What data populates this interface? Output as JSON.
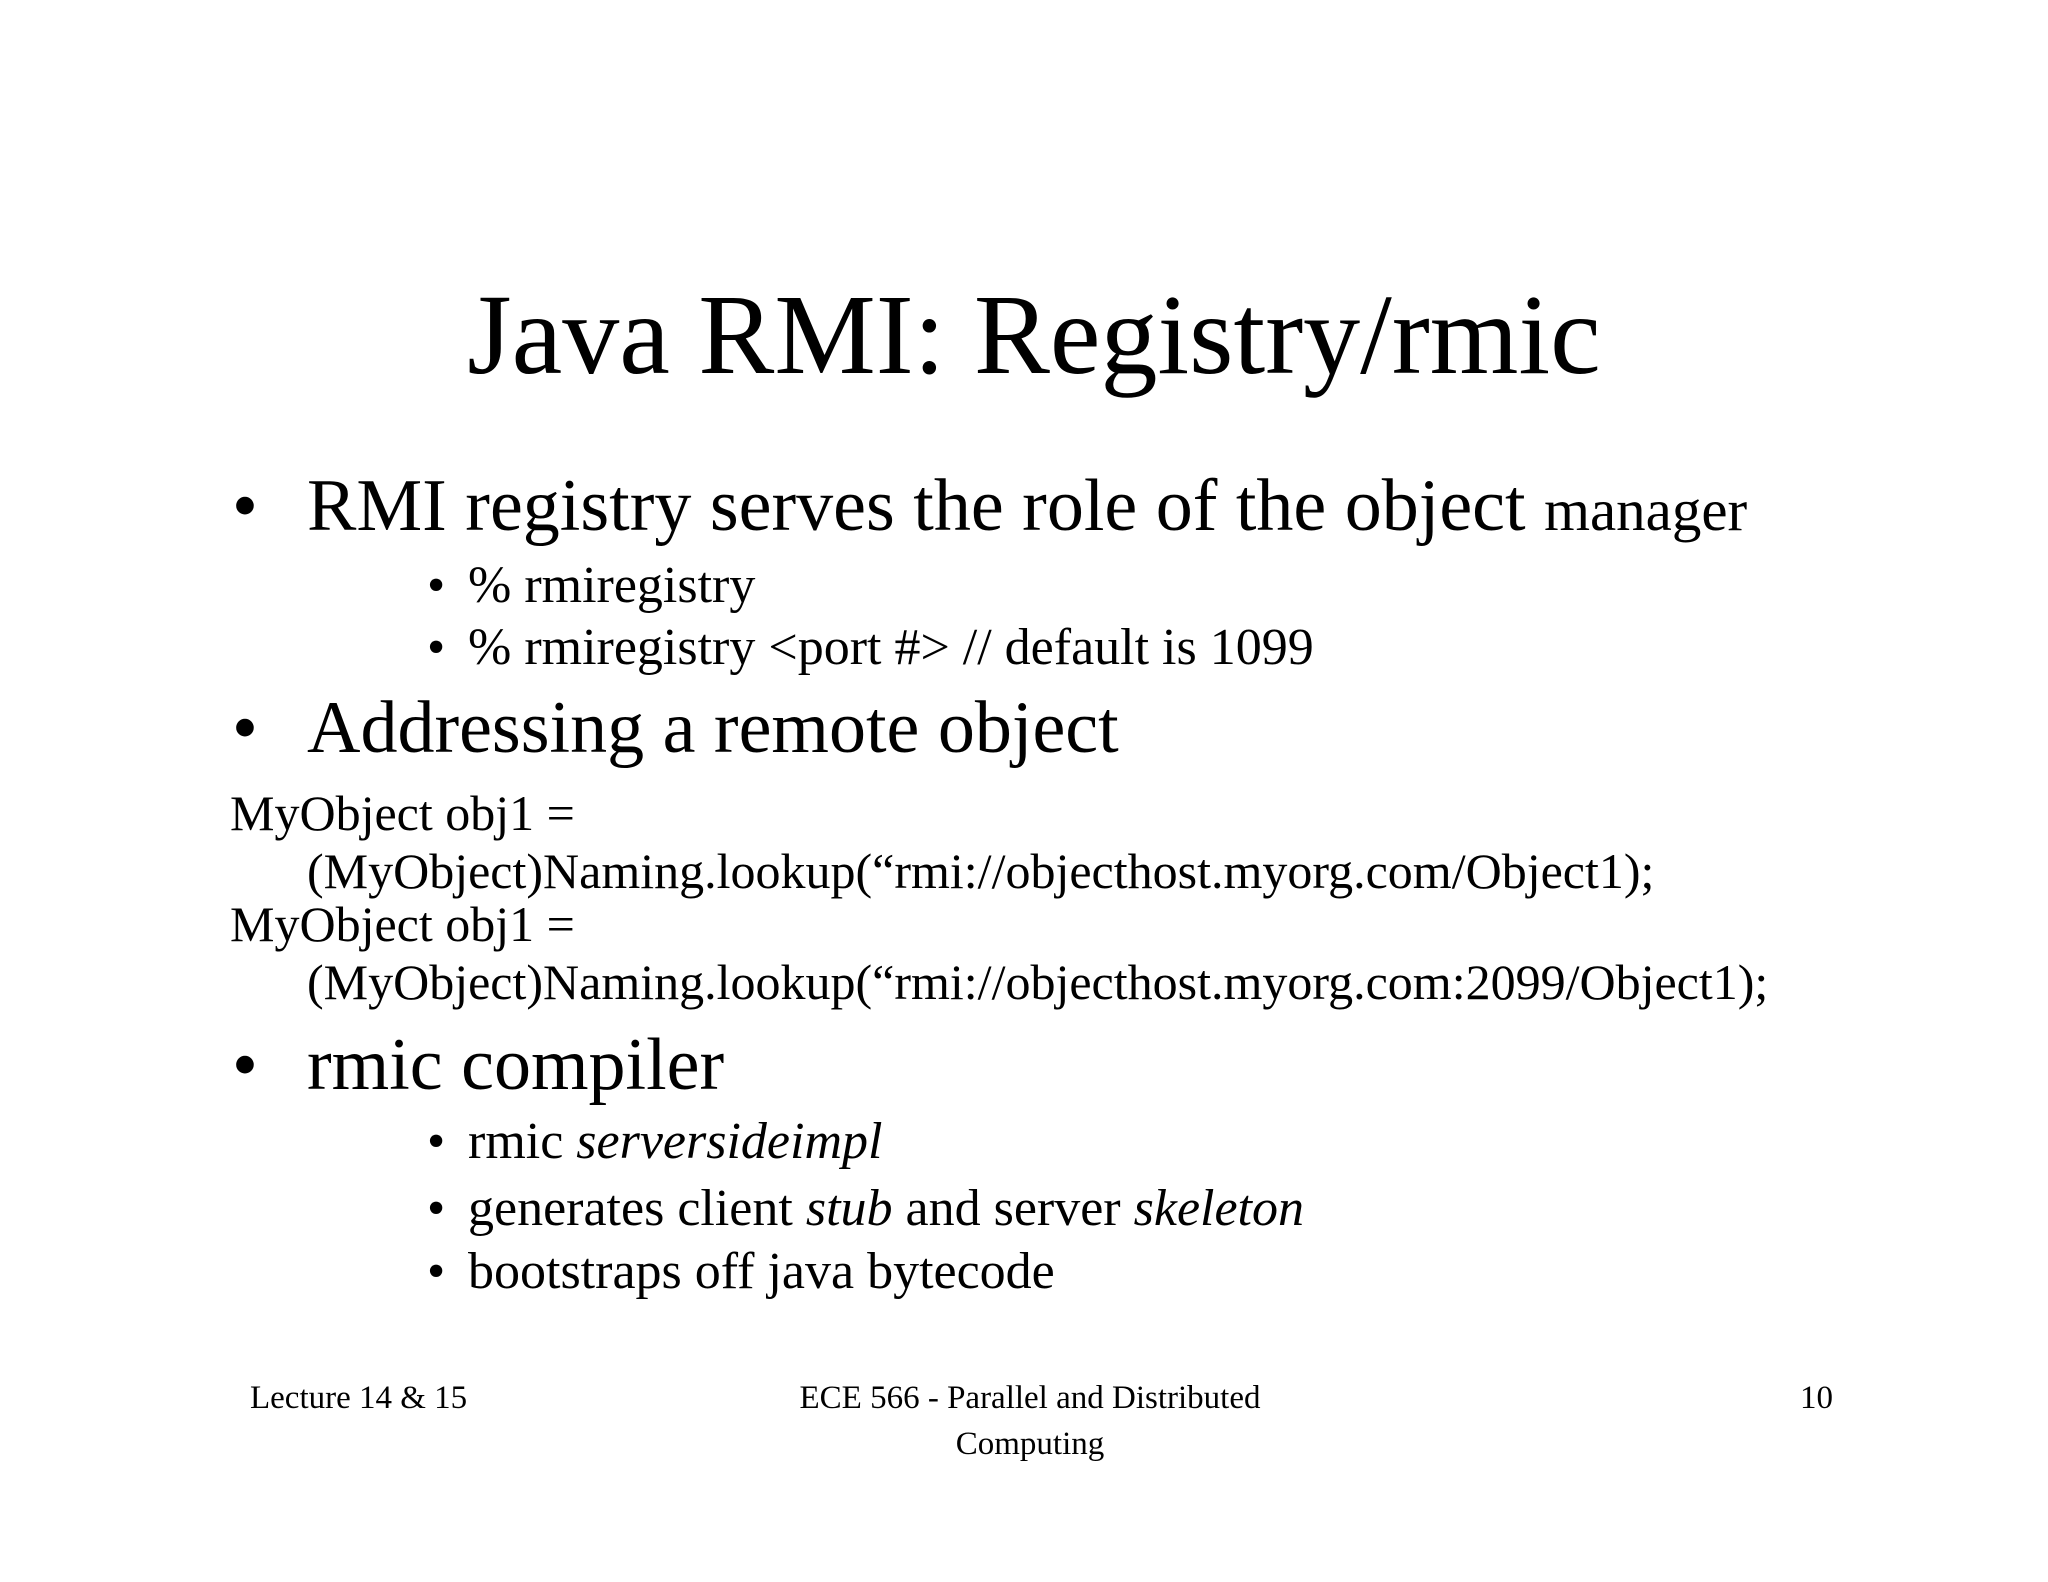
{
  "slide": {
    "title": "Java RMI: Registry/rmic",
    "bullet_char": "•"
  },
  "bullets": {
    "b1_main": "RMI registry serves the role of the object ",
    "b1_small": "manager",
    "sub1": "% rmiregistry",
    "sub2": "% rmiregistry <port #> // default is 1099",
    "b2": "Addressing a remote object",
    "b3": "rmic compiler",
    "sub3_plain": "rmic ",
    "sub3_italic": "serversideimpl",
    "sub4_a": "generates client ",
    "sub4_i1": "stub",
    "sub4_b": " and server ",
    "sub4_i2": "skeleton",
    "sub5": "bootstraps off java bytecode"
  },
  "code": {
    "block1_line1": "MyObject obj1 =",
    "block1_line2": "(MyObject)Naming.lookup(“rmi://objecthost.myorg.com/Object1);",
    "block2_line1": "MyObject obj1 =",
    "block2_line2": "(MyObject)Naming.lookup(“rmi://objecthost.myorg.com:2099/Object1);"
  },
  "footer": {
    "left": "Lecture 14 & 15",
    "center_line1": "ECE 566 - Parallel and Distributed",
    "center_line2": "Computing",
    "page_number": "10"
  }
}
